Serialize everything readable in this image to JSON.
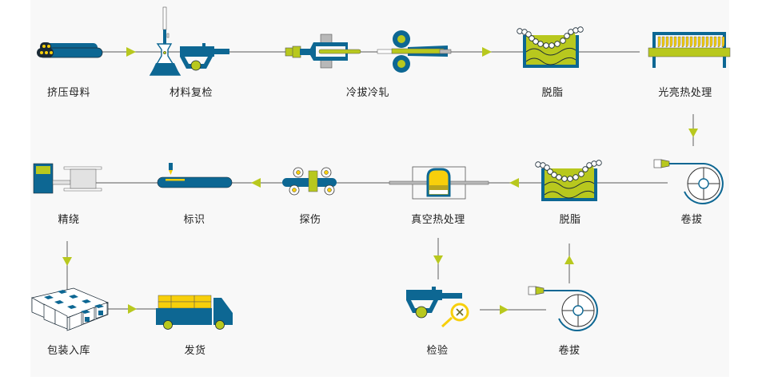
{
  "title": "Tube production process flow",
  "colors": {
    "blue": "#0d6793",
    "lime": "#b8c81e",
    "yellow": "#f7cf0b",
    "line": "#7a7a7a",
    "gray": "#b8b8b8",
    "light": "#e2e2e2",
    "dark": "#1a2a36"
  },
  "steps": [
    {
      "id": "extrusion",
      "label": "挤压母料",
      "icon": "tube-bundle-icon"
    },
    {
      "id": "material-inspection",
      "label": "材料复检",
      "icon": "flask-caliper-icon"
    },
    {
      "id": "cold-draw-roll",
      "label": "冷拔冷轧",
      "icon": "drawing-rolling-icon"
    },
    {
      "id": "degrease-1",
      "label": "脱脂",
      "icon": "degrease-tank-icon"
    },
    {
      "id": "bright-anneal",
      "label": "光亮热处理",
      "icon": "furnace-icon"
    },
    {
      "id": "coil-draw-1",
      "label": "卷拔",
      "icon": "coil-drum-icon"
    },
    {
      "id": "degrease-2",
      "label": "脱脂",
      "icon": "degrease-tank-icon"
    },
    {
      "id": "vacuum-anneal",
      "label": "真空热处理",
      "icon": "vacuum-furnace-icon"
    },
    {
      "id": "flaw-detection",
      "label": "探伤",
      "icon": "roller-probe-icon"
    },
    {
      "id": "marking",
      "label": "标识",
      "icon": "marker-tube-icon"
    },
    {
      "id": "precision-winding",
      "label": "精绕",
      "icon": "winding-spool-icon"
    },
    {
      "id": "packaging",
      "label": "包装入库",
      "icon": "boxes-icon"
    },
    {
      "id": "shipping",
      "label": "发货",
      "icon": "truck-icon"
    },
    {
      "id": "inspection",
      "label": "检验",
      "icon": "caliper-magnifier-icon"
    },
    {
      "id": "coil-draw-2",
      "label": "卷拔",
      "icon": "coil-drum-icon"
    }
  ],
  "flow": [
    [
      "extrusion",
      "material-inspection"
    ],
    [
      "material-inspection",
      "cold-draw-roll"
    ],
    [
      "cold-draw-roll",
      "degrease-1"
    ],
    [
      "degrease-1",
      "bright-anneal"
    ],
    [
      "bright-anneal",
      "coil-draw-1"
    ],
    [
      "coil-draw-1",
      "degrease-2"
    ],
    [
      "degrease-2",
      "vacuum-anneal"
    ],
    [
      "vacuum-anneal",
      "inspection"
    ],
    [
      "inspection",
      "coil-draw-2"
    ],
    [
      "coil-draw-2",
      "degrease-2"
    ],
    [
      "vacuum-anneal",
      "flaw-detection"
    ],
    [
      "flaw-detection",
      "marking"
    ],
    [
      "marking",
      "precision-winding"
    ],
    [
      "precision-winding",
      "packaging"
    ],
    [
      "packaging",
      "shipping"
    ]
  ]
}
